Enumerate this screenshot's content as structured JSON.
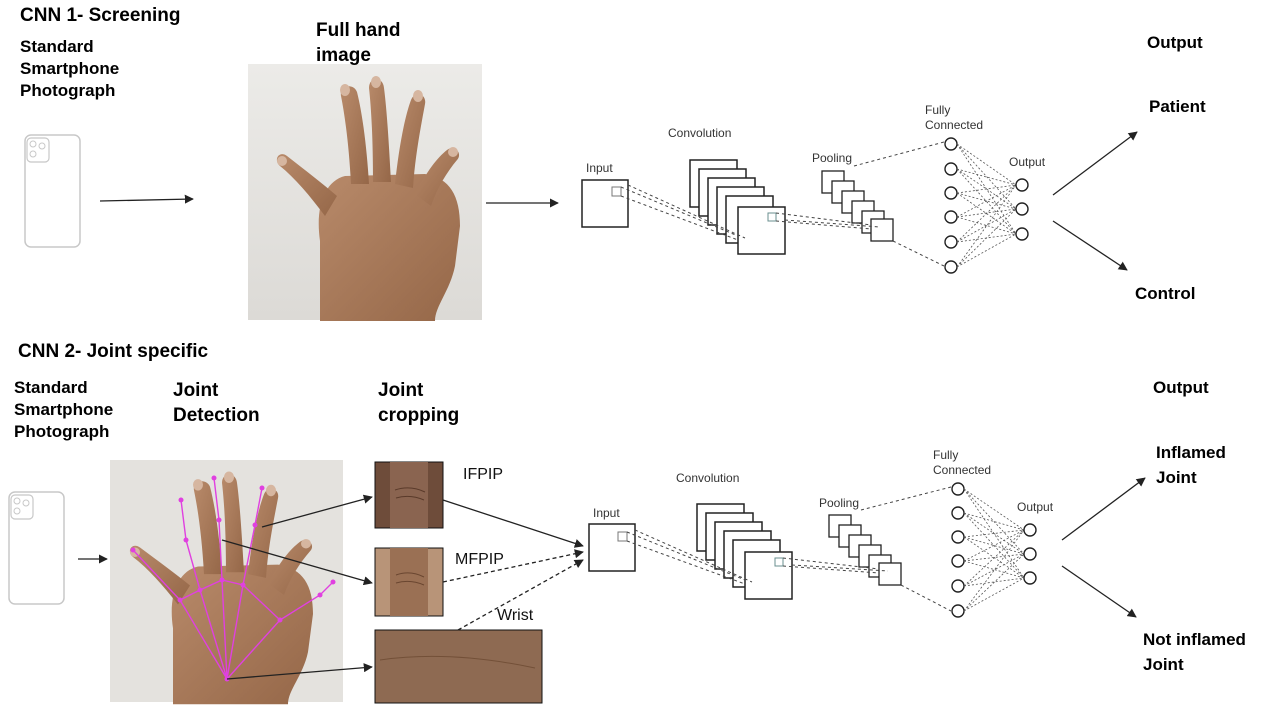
{
  "section1": {
    "title": "CNN 1- Screening",
    "source": "Standard\nSmartphone\nPhotograph",
    "image_label": "Full hand\nimage",
    "cnn": {
      "input": "Input",
      "convolution": "Convolution",
      "pooling": "Pooling",
      "fully_connected": "Fully\nConnected",
      "output": "Output"
    },
    "output_title": "Output",
    "outputs": [
      "Patient",
      "Control"
    ]
  },
  "section2": {
    "title": "CNN 2- Joint specific",
    "source": "Standard\nSmartphone\nPhotograph",
    "detection_label": "Joint\nDetection",
    "cropping_label": "Joint\ncropping",
    "crops": [
      "IFPIP",
      "MFPIP",
      "Wrist"
    ],
    "cnn": {
      "input": "Input",
      "convolution": "Convolution",
      "pooling": "Pooling",
      "fully_connected": "Fully\nConnected",
      "output": "Output"
    },
    "output_title": "Output",
    "outputs": [
      "Inflamed\nJoint",
      "Not inflamed\nJoint"
    ]
  },
  "colors": {
    "skin": "#a87b5c",
    "skin_dark": "#8a6044",
    "landmarks": "#e040e0",
    "line": "#222222"
  }
}
